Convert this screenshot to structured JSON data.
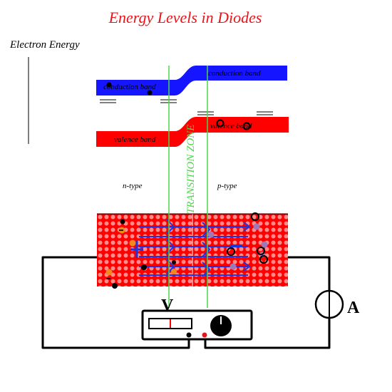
{
  "title": "Energy Levels in Diodes",
  "y_axis_label": "Electron Energy",
  "bands": {
    "conduction_label": "conduction band",
    "valence_label": "valence band"
  },
  "regions": {
    "n_label": "n-type",
    "p_label": "p-type",
    "transition_label": "TRANSITION ZONE"
  },
  "meters": {
    "voltmeter_label": "V",
    "ammeter_label": "A"
  },
  "colors": {
    "title": "#e8141b",
    "conduction_band": "#1515ff",
    "valence_band": "#ff0000",
    "transition_lines": "#4cd64c",
    "lattice": "#ff0000",
    "arrows": "#1d35e0"
  }
}
